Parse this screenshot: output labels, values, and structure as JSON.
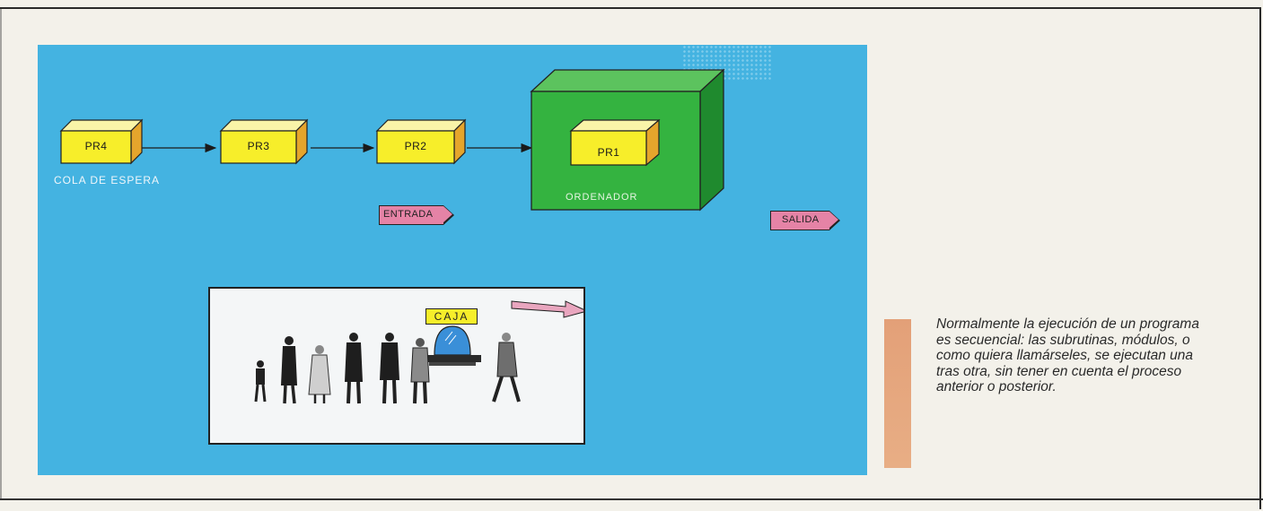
{
  "diagram": {
    "queue_boxes": [
      {
        "label": "PR4"
      },
      {
        "label": "PR3"
      },
      {
        "label": "PR2"
      }
    ],
    "queue_caption": "COLA DE ESPERA",
    "computer": {
      "label": "ORDENADOR",
      "inner_label": "PR1"
    },
    "tags": {
      "input": "ENTRADA",
      "output": "SALIDA"
    },
    "scene": {
      "sign": "CAJA"
    },
    "colors": {
      "panel": "#44b3e1",
      "box": "#f7ee2a",
      "box_side": "#e5a52c",
      "computer": "#34b340",
      "tag": "#e583a6",
      "accent_bar": "#e3a078"
    }
  },
  "side_text": "Normalmente la ejecución de un programa es secuencial: las subrutinas, módulos, o como quiera llamárseles, se ejecutan una tras otra, sin tener en cuenta el proceso anterior o posterior."
}
